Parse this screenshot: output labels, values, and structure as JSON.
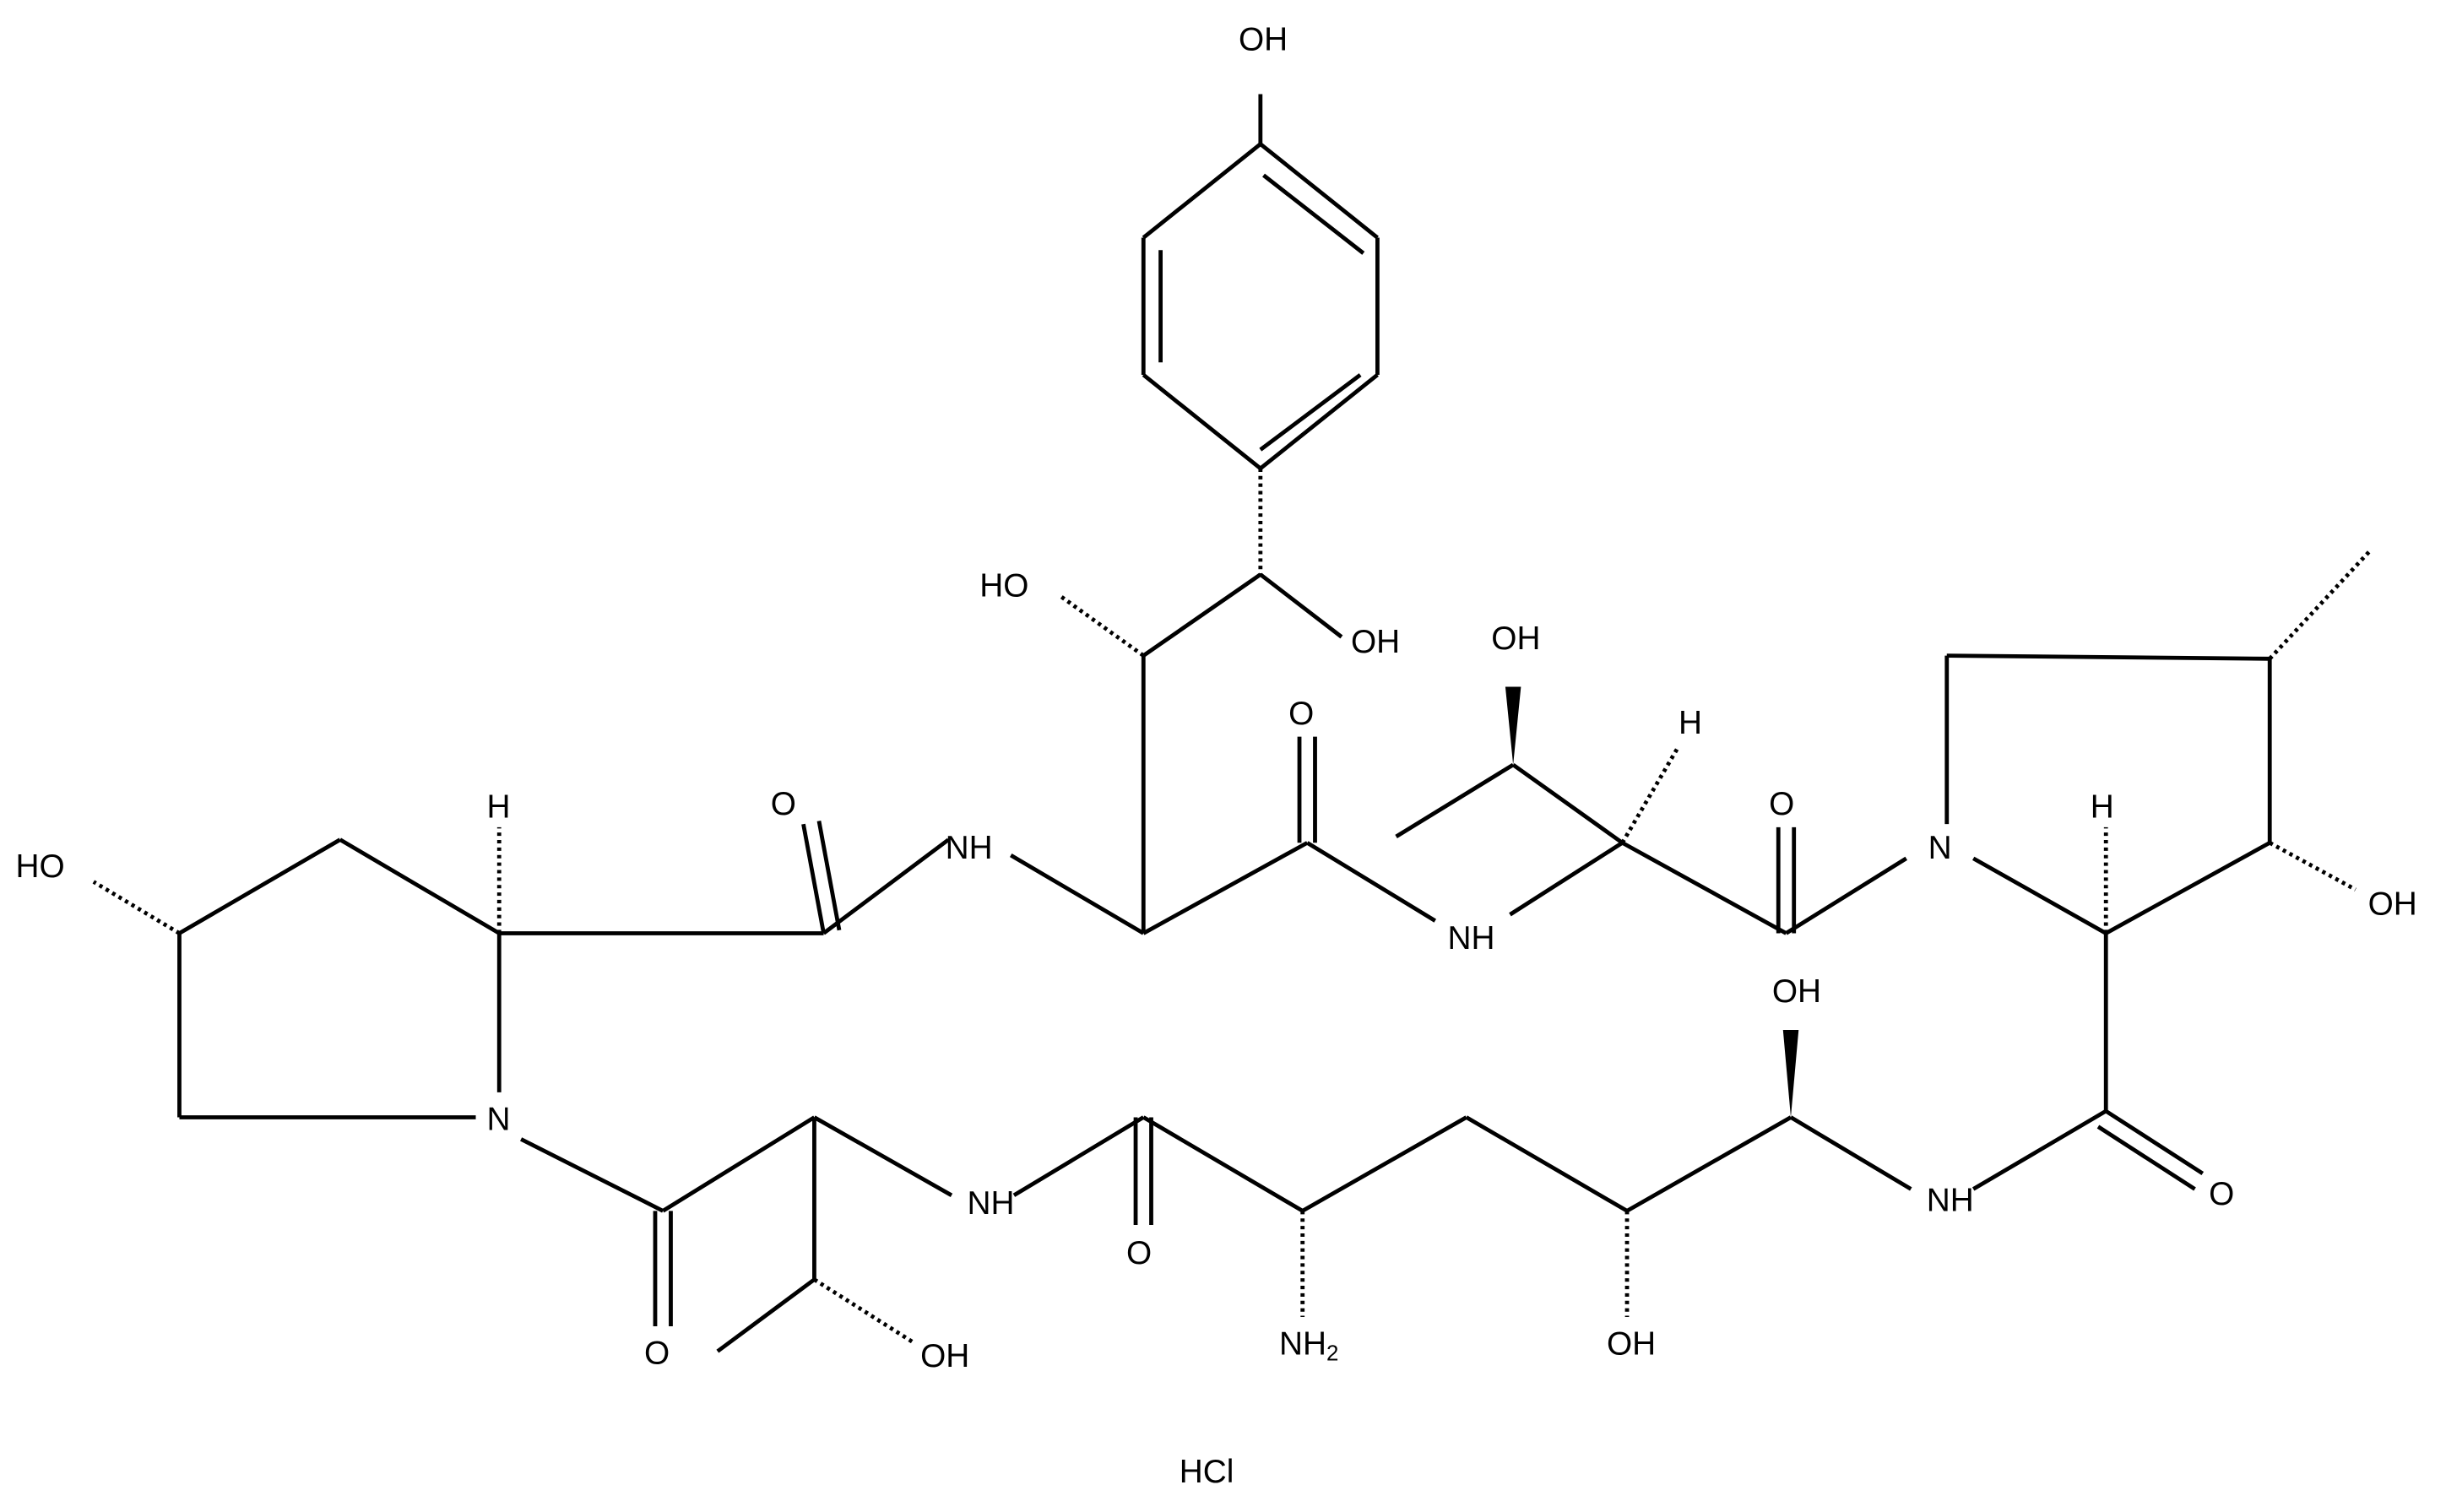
{
  "diagram": {
    "type": "chemical-structure",
    "salt_label": "HCl",
    "colors": {
      "bond": "#000000",
      "background": "#ffffff"
    },
    "atom_labels": {
      "phenol_oh": "OH",
      "ho_diol_left": "HO",
      "oh_diol_right": "OH",
      "thr_oh": "OH",
      "h_thr": "H",
      "o_carbonyl_1": "O",
      "o_carbonyl_2": "O",
      "o_carbonyl_3": "O",
      "nh_top_left": "NH",
      "nh_top_mid": "NH",
      "n_right_pyrrolidine": "N",
      "h_right_pyrrolidine": "H",
      "oh_right_pyrrolidine": "OH",
      "ho_left_pyrrolidine": "HO",
      "h_left_pyrrolidine": "H",
      "n_left_pyrrolidine": "N",
      "o_bottom_left": "O",
      "oh_bottom_left": "OH",
      "nh_bottom_1": "NH",
      "o_bottom_mid": "O",
      "nh2": "NH",
      "nh2_sub": "2",
      "oh_bottom_mid": "OH",
      "oh_hemiaminal": "OH",
      "nh_bottom_right": "NH",
      "o_bottom_right": "O"
    }
  }
}
